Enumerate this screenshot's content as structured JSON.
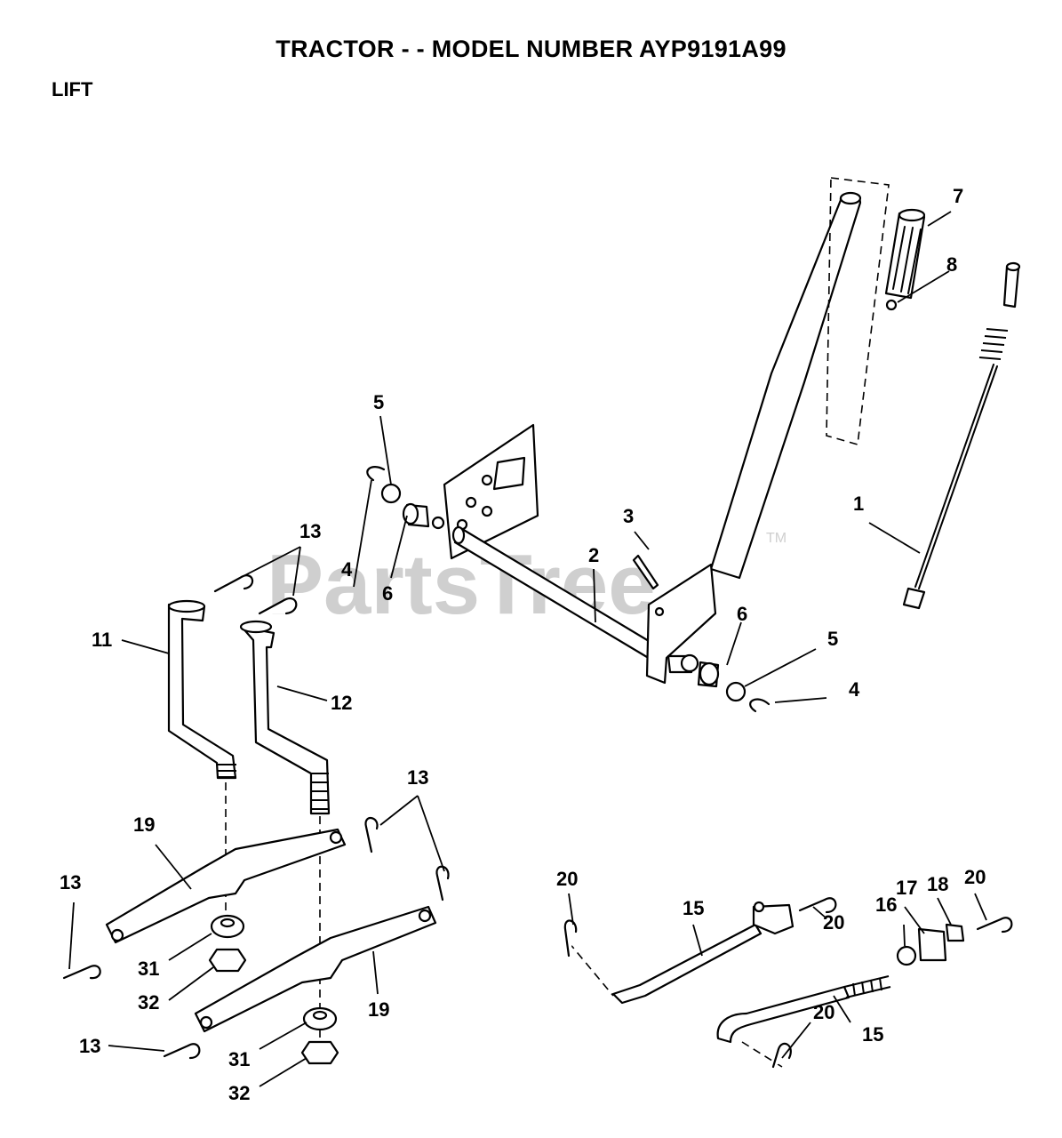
{
  "page": {
    "title": "TRACTOR - - MODEL NUMBER AYP9191A99",
    "section": "LIFT"
  },
  "watermark": {
    "text": "PartsTree",
    "tm": "TM"
  },
  "callouts": {
    "c1": "1",
    "c2": "2",
    "c3": "3",
    "c4a": "4",
    "c4b": "4",
    "c5a": "5",
    "c5b": "5",
    "c6a": "6",
    "c6b": "6",
    "c7": "7",
    "c8": "8",
    "c11": "11",
    "c12": "12",
    "c13a": "13",
    "c13b": "13",
    "c13c": "13",
    "c13d": "13",
    "c15a": "15",
    "c15b": "15",
    "c16": "16",
    "c17": "17",
    "c18": "18",
    "c19a": "19",
    "c19b": "19",
    "c20a": "20",
    "c20b": "20",
    "c20c": "20",
    "c20d": "20",
    "c31a": "31",
    "c31b": "31",
    "c32a": "32",
    "c32b": "32"
  }
}
